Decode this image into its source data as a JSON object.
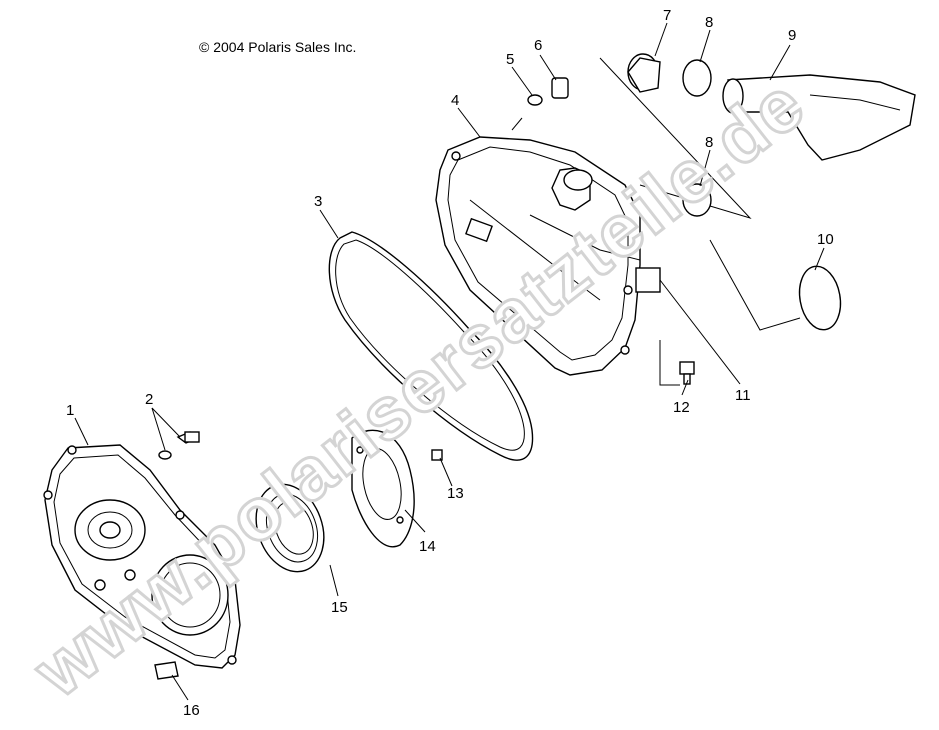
{
  "copyright": "© 2004 Polaris Sales Inc.",
  "watermark": "www.polarisersatzteile.de",
  "callouts": [
    "1",
    "2",
    "3",
    "4",
    "5",
    "6",
    "7",
    "8",
    "8",
    "9",
    "10",
    "11",
    "12",
    "13",
    "14",
    "15",
    "16"
  ]
}
